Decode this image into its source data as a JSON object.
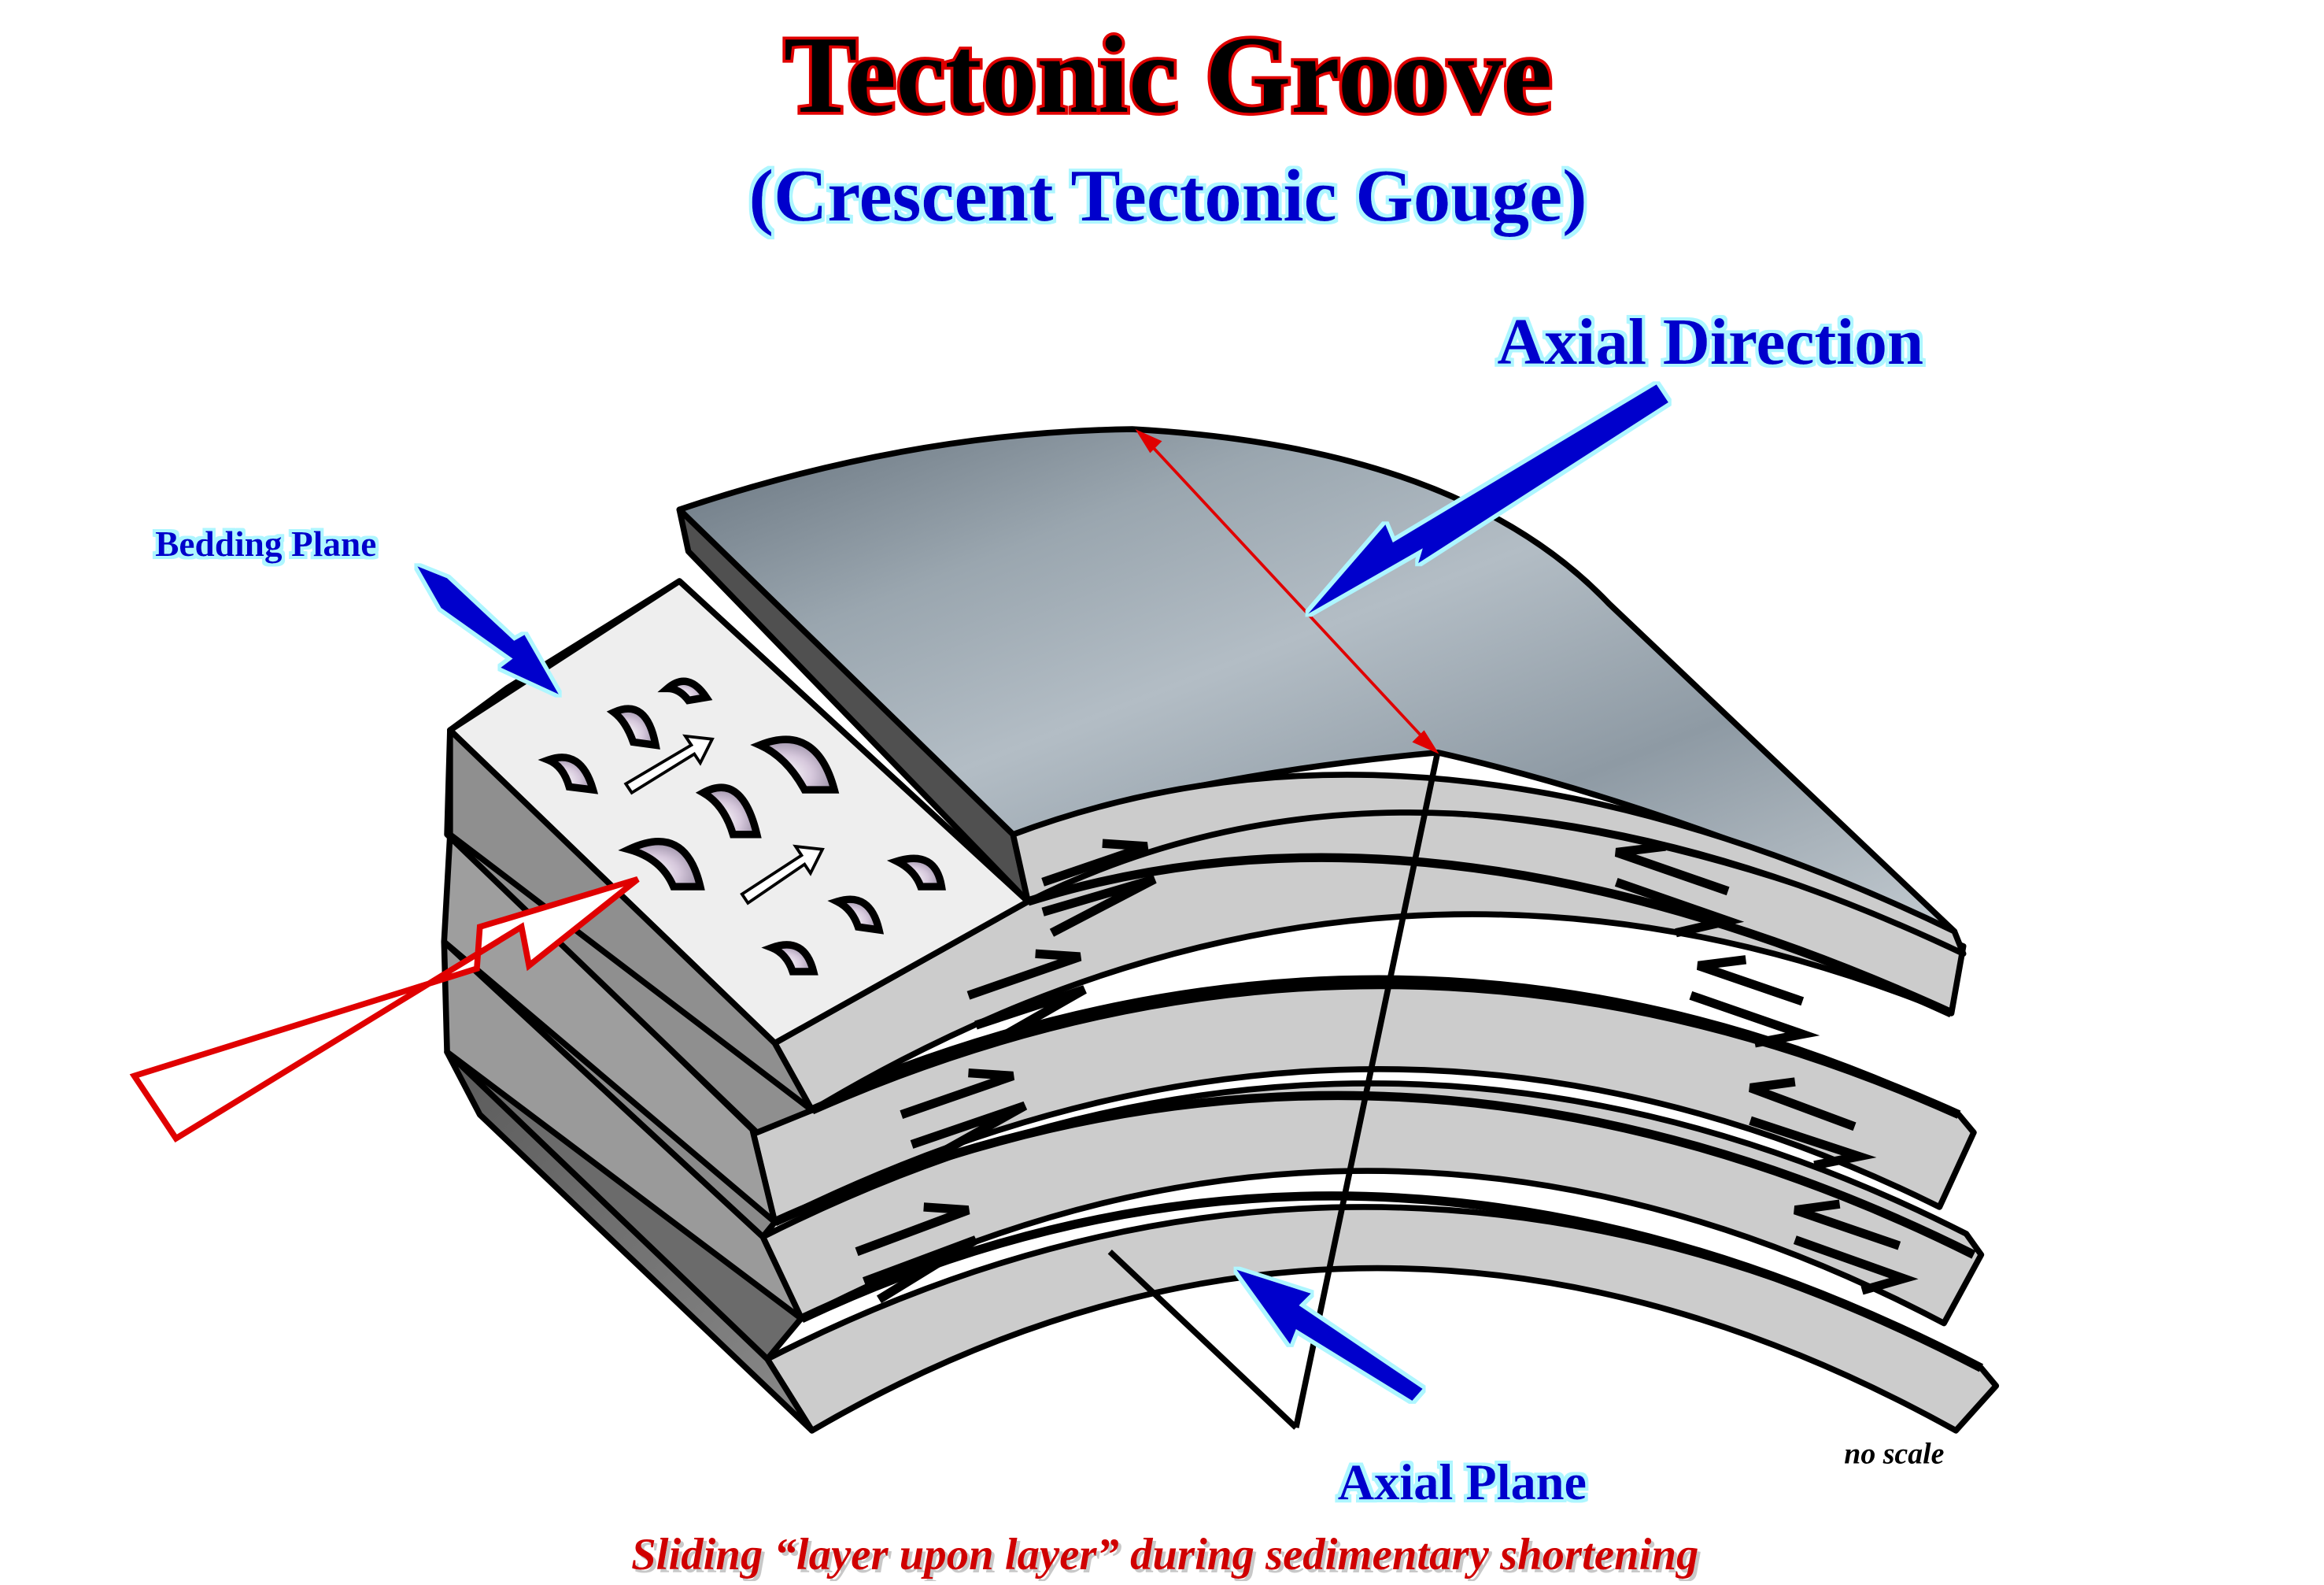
{
  "title": "Tectonic Groove",
  "subtitle": "(Crescent Tectonic Gouge)",
  "labels": {
    "axial_direction": "Axial Direction",
    "bedding_plane": "Bedding Plane",
    "axial_plane": "Axial Plane",
    "no_scale": "no scale"
  },
  "caption": "Sliding “layer upon layer” during sedimentary shortening",
  "colors": {
    "title_fill": "#000000",
    "title_outline": "#e00000",
    "blue_text": "#0000cc",
    "blue_glow": "#aef6ff",
    "caption_red": "#d00000",
    "arrow_red": "#e00000",
    "layer_gray": "#cccccc",
    "layer_side": "#999999",
    "top_surface_dark": "#7a8791",
    "top_surface_light": "#b9c2c9",
    "bedding_plane_fill": "#eeeeee"
  }
}
